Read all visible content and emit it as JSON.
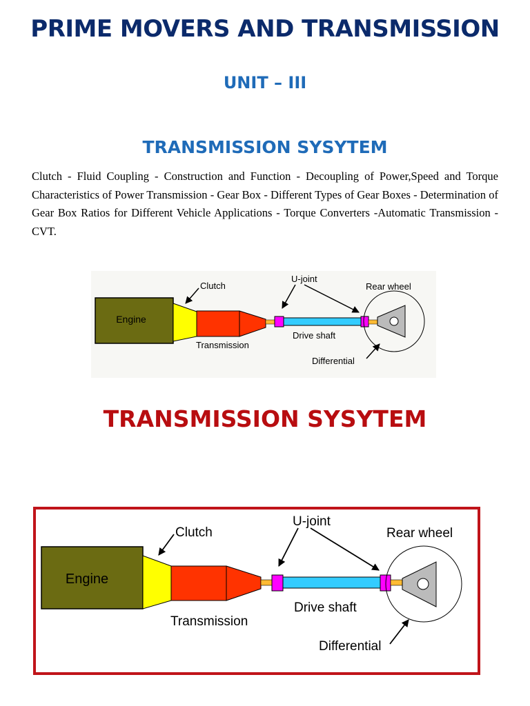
{
  "title": "PRIME MOVERS AND TRANSMISSION",
  "unit": "UNIT – III",
  "section_title": "TRANSMISSION SYSYTEM",
  "description": "Clutch - Fluid Coupling - Construction and Function - Decoupling of Power,Speed and Torque Characteristics of Power Transmission - Gear Box - Different Types of Gear Boxes - Determination of Gear Box Ratios for Different Vehicle Applications - Torque Converters -Automatic Transmission - CVT.",
  "section_title_2": "TRANSMISSION SYSYTEM",
  "diagram": {
    "engine": "Engine",
    "clutch": "Clutch",
    "transmission": "Transmission",
    "u_joint": "U-joint",
    "drive_shaft": "Drive shaft",
    "rear_wheel": "Rear wheel",
    "differential": "Differential"
  },
  "colors": {
    "title": "#0b2a6b",
    "subtitle": "#1f6bb8",
    "red_title": "#b80d10",
    "frame_border": "#c0141a",
    "engine": "#6b6b12",
    "clutch": "#ffff00",
    "transmission": "#ff3300",
    "u_joint": "#ff00ff",
    "drive_shaft": "#33ccff",
    "stub_shaft": "#ffbb33",
    "differential": "#bbbbbb"
  }
}
